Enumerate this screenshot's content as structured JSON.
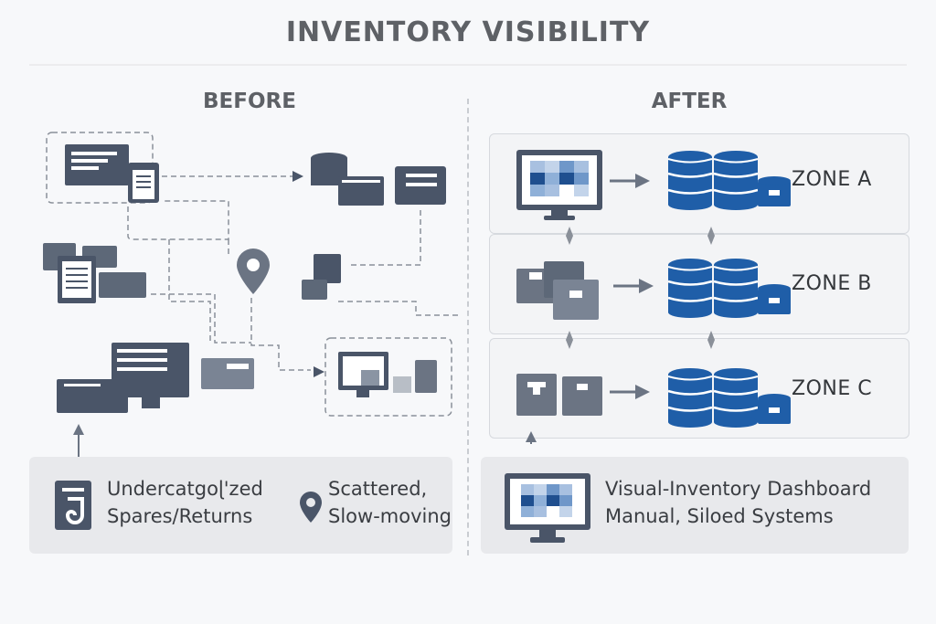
{
  "title": "INVENTORY VISIBILITY",
  "before": {
    "heading": "BEFORE",
    "caption_left": [
      "Undercatgoɭ'zed",
      "Spares/Returns"
    ],
    "caption_right": [
      "Scattered,",
      "Slow-moving"
    ],
    "icons": [
      "document-window-icon",
      "clipboard-icon",
      "database-icon",
      "folder-icon",
      "toolbox-icon",
      "stacked-documents-icon",
      "location-pin-icon",
      "boxes-icon",
      "spreadsheet-monitor-icon",
      "package-icon",
      "card-icon",
      "monitor-chart-icon",
      "lock-icon"
    ]
  },
  "after": {
    "heading": "AFTER",
    "zones": [
      {
        "label": "ZONE A",
        "source_icon": "dashboard-monitor-icon"
      },
      {
        "label": "ZONE B",
        "source_icon": "boxes-icon"
      },
      {
        "label": "ZONE C",
        "source_icon": "boxes-icon"
      }
    ],
    "caption": [
      "Visual-Inventory Dashboard",
      "Manual, Siloed Systems"
    ]
  },
  "colors": {
    "slate": "#4a5568",
    "blue": "#1f5ea8",
    "gray_text": "#5e6166"
  }
}
